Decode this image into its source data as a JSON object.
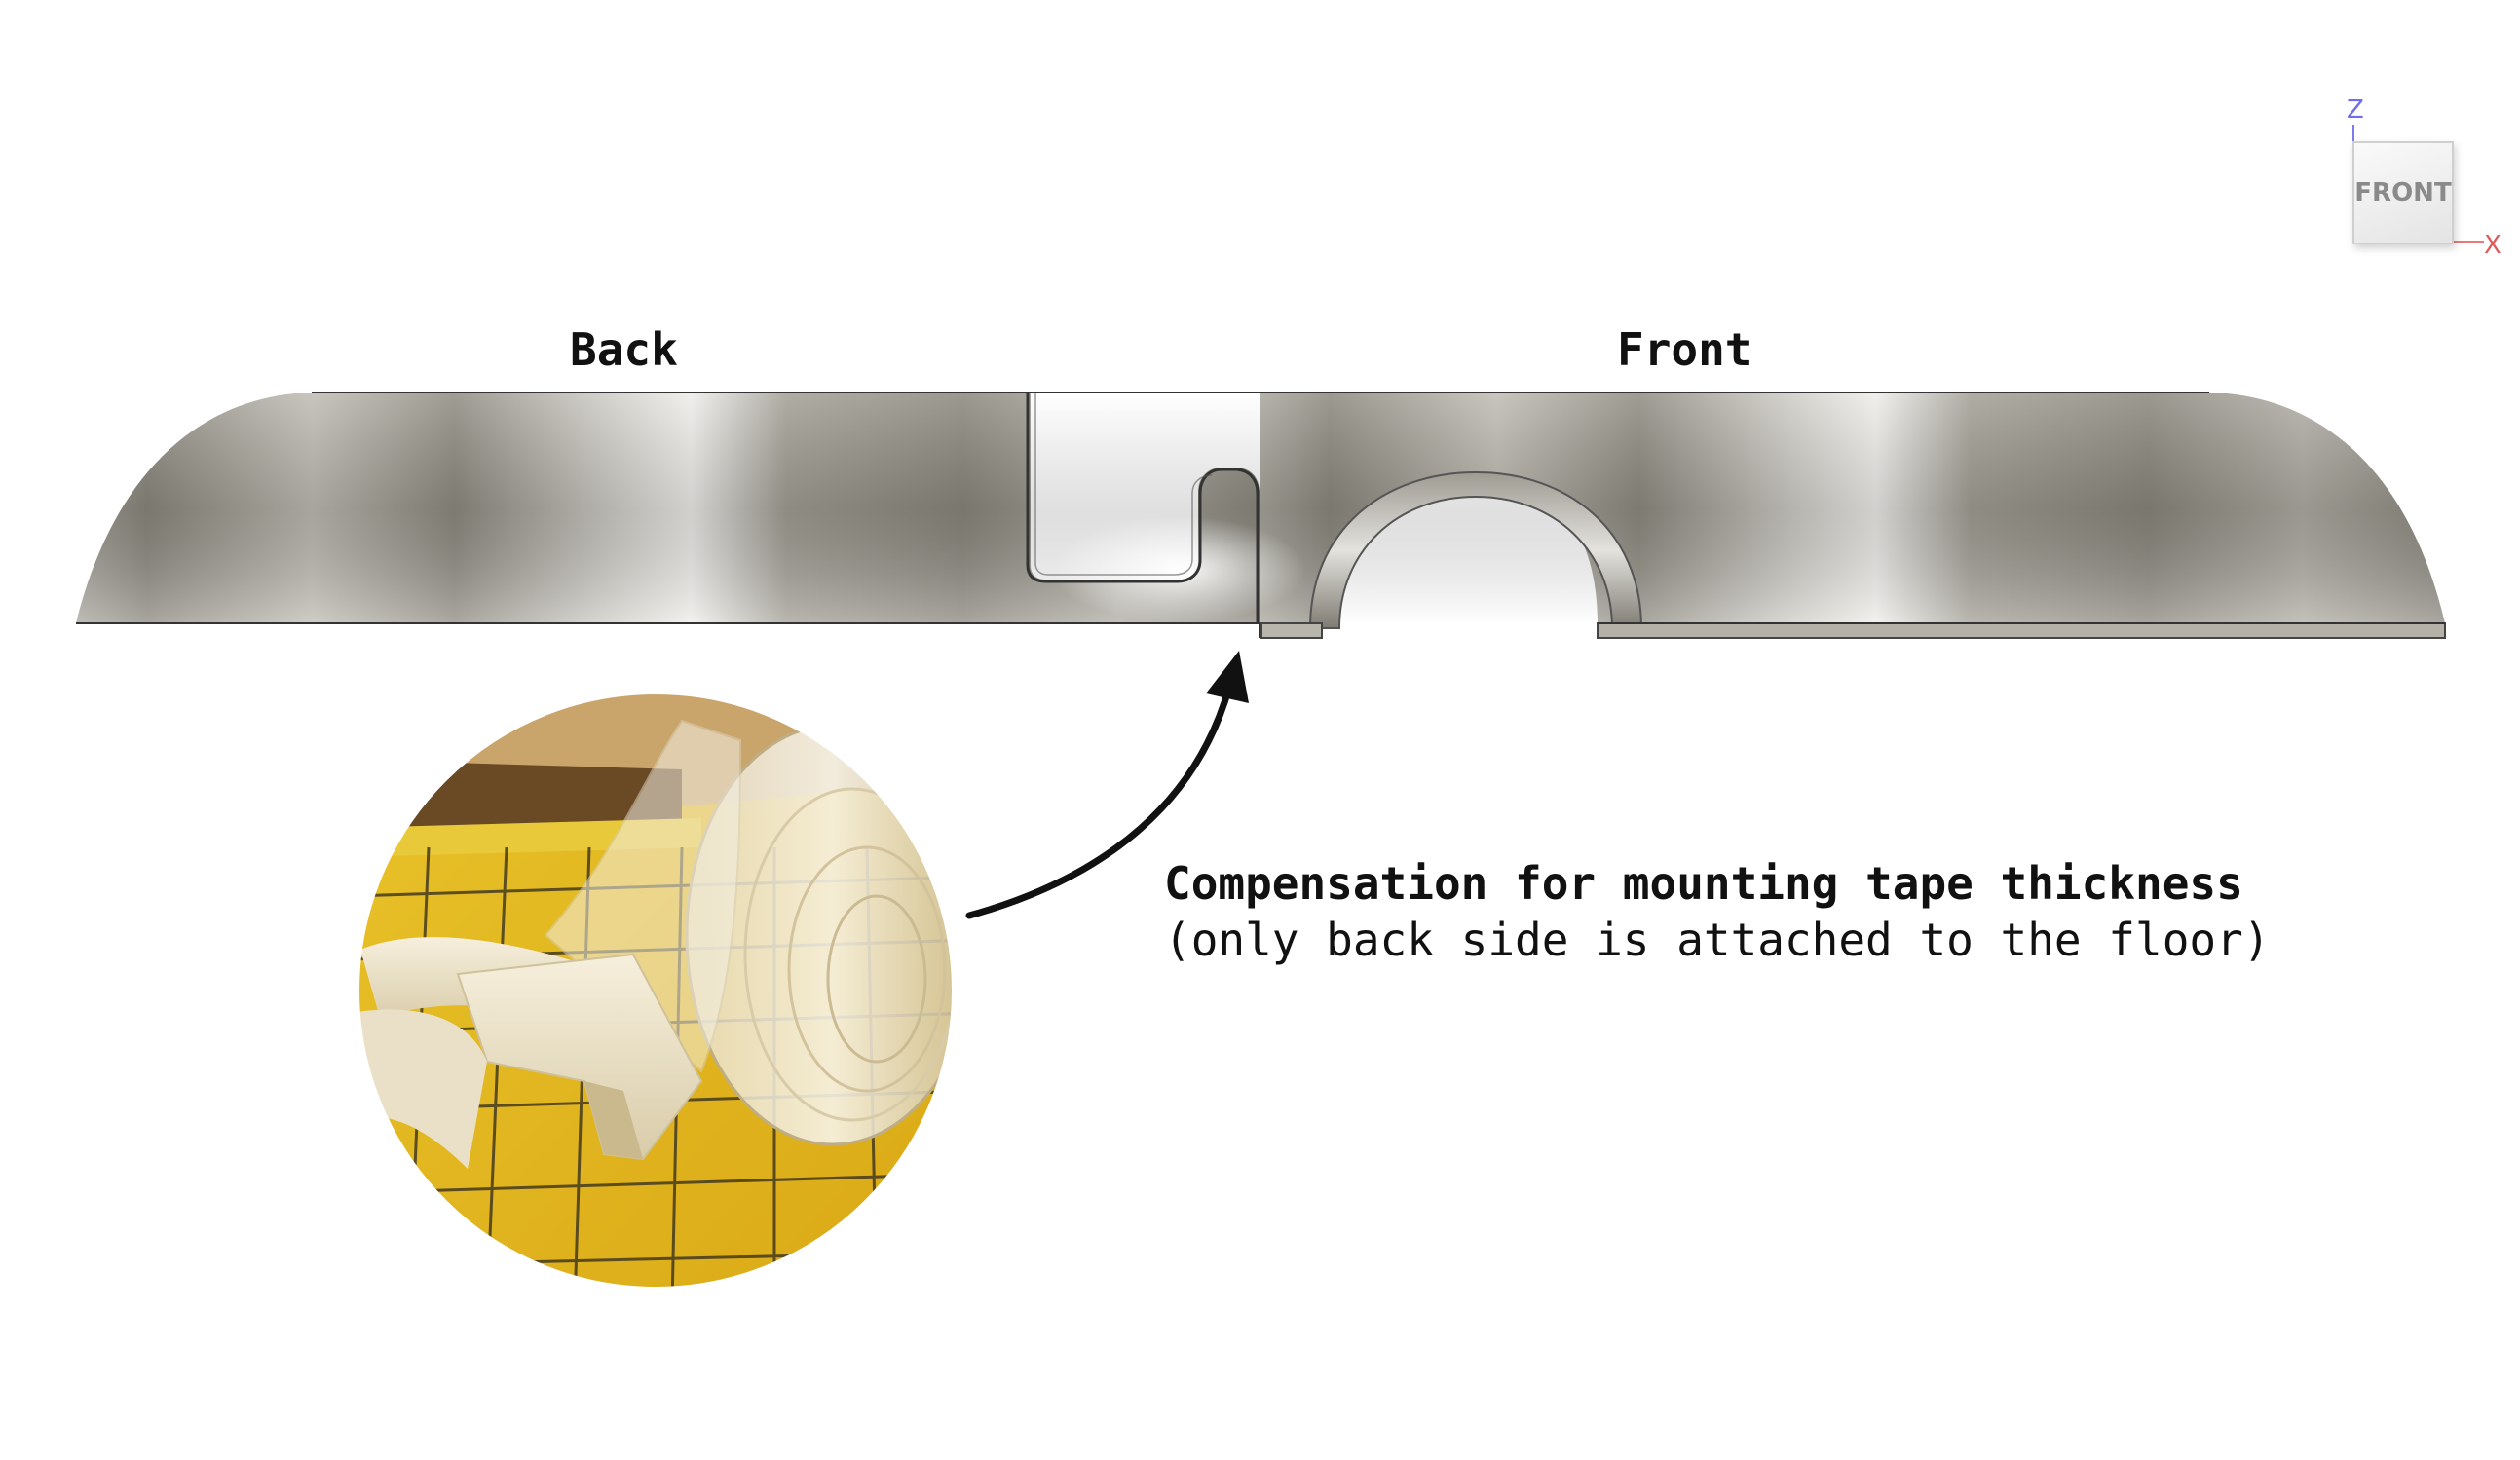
{
  "labels": {
    "back": "Back",
    "front": "Front"
  },
  "caption": {
    "title": "Compensation for mounting tape thickness",
    "subtitle": "(only back side is attached to the floor)"
  },
  "viewcube": {
    "face_label": "FRONT",
    "axis_z": "Z",
    "axis_x": "X",
    "axis_z_color": "#6e6eea",
    "axis_x_color": "#e05a5a"
  },
  "colors": {
    "part_dark": "#7d7a70",
    "part_light": "#d9d7d0",
    "photo_yellow": "#e6b820",
    "photo_foam": "#efe6cf",
    "arrow": "#111111"
  }
}
